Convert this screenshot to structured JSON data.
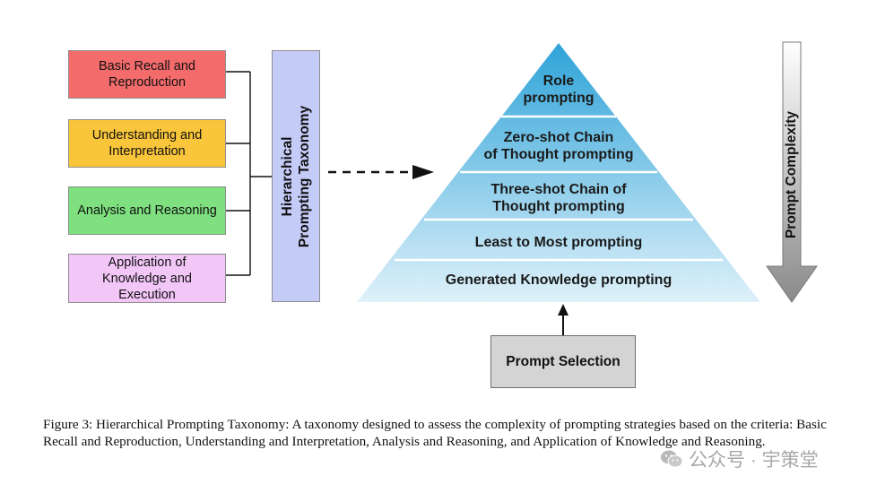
{
  "criteria": [
    {
      "label": "Basic Recall and\nReproduction",
      "color": "#f46b6b"
    },
    {
      "label": "Understanding and\nInterpretation",
      "color": "#f9c53a"
    },
    {
      "label": "Analysis and Reasoning",
      "color": "#7ee07f"
    },
    {
      "label": "Application of\nKnowledge and\nExecution",
      "color": "#f2c6f7"
    }
  ],
  "taxonomy": {
    "label": "Hierarchical\nPrompting Taxonomy",
    "color": "#c5cbf7"
  },
  "pyramid": {
    "levels": [
      "Role\nprompting",
      "Zero-shot Chain\nof Thought prompting",
      "Three-shot Chain of\nThought prompting",
      "Least to Most prompting",
      "Generated Knowledge prompting"
    ],
    "color_top": "#2ea3d8",
    "color_bottom": "#dff1fa"
  },
  "complexity": {
    "label": "Prompt Complexity",
    "color_top": "#ffffff",
    "color_bottom": "#8a8a8a"
  },
  "selection": {
    "label": "Prompt Selection",
    "color": "#d4d4d4"
  },
  "caption": "Figure 3: Hierarchical Prompting Taxonomy: A taxonomy designed to assess the complexity of prompting strategies based on the criteria: Basic Recall and Reproduction, Understanding and Interpretation, Analysis and Reasoning, and Application of Knowledge and Reasoning.",
  "watermark": {
    "text": "公众号 · 宇策堂",
    "icon": "wechat-icon"
  }
}
